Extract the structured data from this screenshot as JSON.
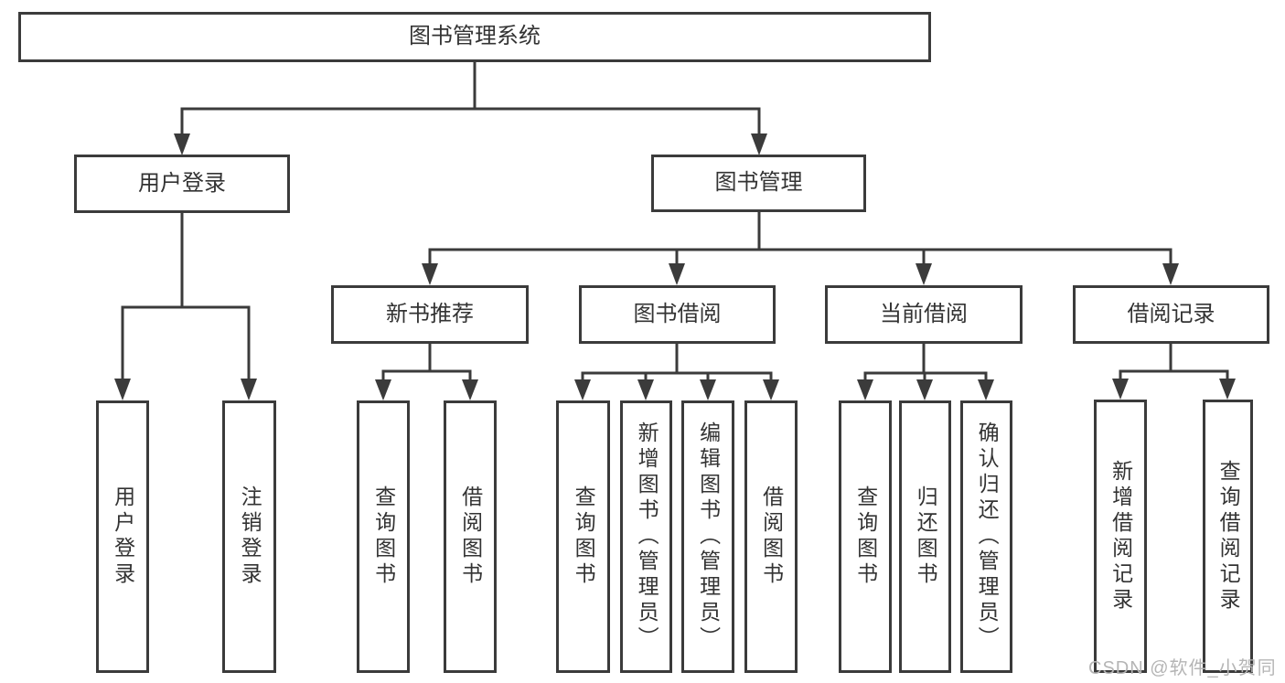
{
  "diagram": {
    "root": {
      "label": "图书管理系统"
    },
    "branches": [
      {
        "label": "用户登录",
        "children": [
          {
            "label": "用户登录"
          },
          {
            "label": "注销登录"
          }
        ]
      },
      {
        "label": "图书管理",
        "children": [
          {
            "label": "新书推荐",
            "children": [
              {
                "label": "查询图书"
              },
              {
                "label": "借阅图书"
              }
            ]
          },
          {
            "label": "图书借阅",
            "children": [
              {
                "label": "查询图书"
              },
              {
                "label": "新增图书（管理员）"
              },
              {
                "label": "编辑图书（管理员）"
              },
              {
                "label": "借阅图书"
              }
            ]
          },
          {
            "label": "当前借阅",
            "children": [
              {
                "label": "查询图书"
              },
              {
                "label": "归还图书"
              },
              {
                "label": "确认归还（管理员）"
              }
            ]
          },
          {
            "label": "借阅记录",
            "children": [
              {
                "label": "新增借阅记录"
              },
              {
                "label": "查询借阅记录"
              }
            ]
          }
        ]
      }
    ]
  },
  "watermark": {
    "text": "CSDN @软件_小贺同学"
  },
  "colors": {
    "line": "#3b3b3b",
    "text": "#333333",
    "watermark": "#b5b5b5",
    "background": "#ffffff"
  }
}
